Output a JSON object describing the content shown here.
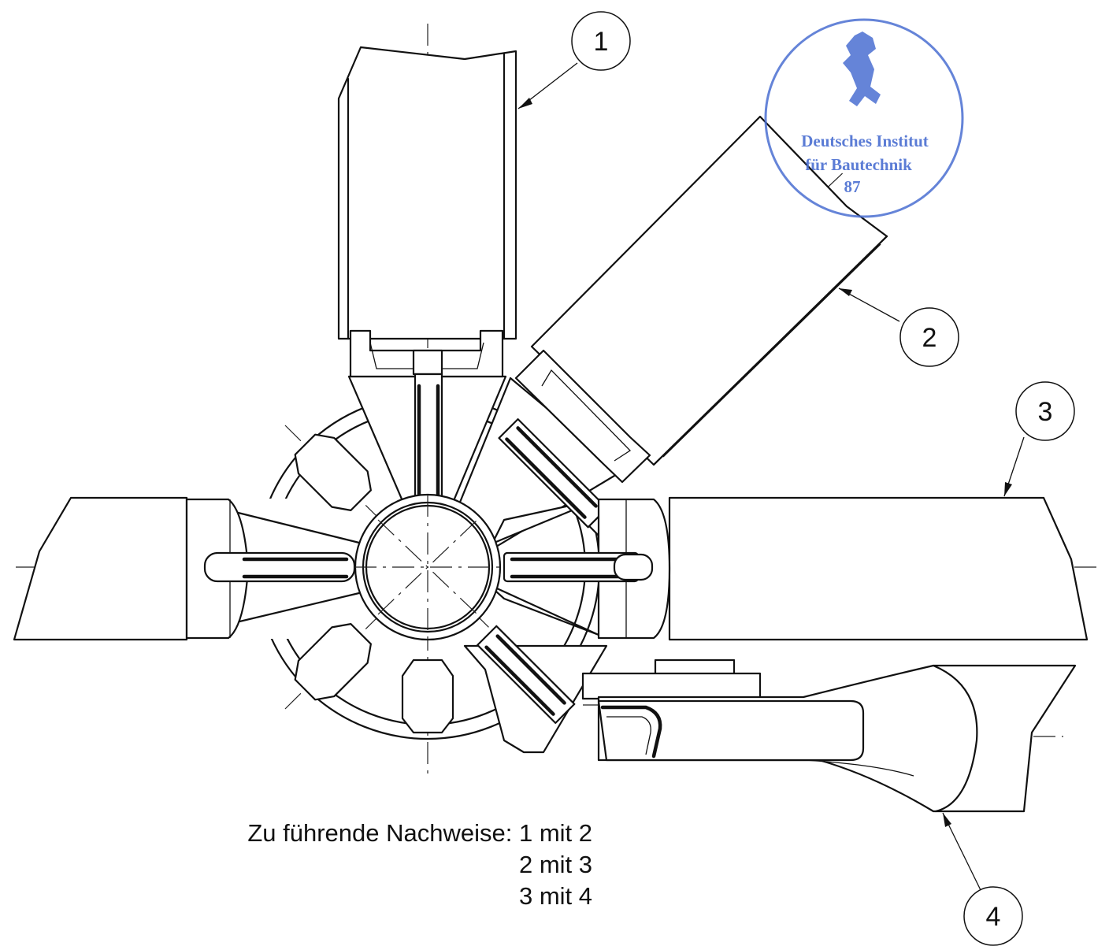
{
  "callouts": [
    {
      "id": "1",
      "label": "1"
    },
    {
      "id": "2",
      "label": "2"
    },
    {
      "id": "3",
      "label": "3"
    },
    {
      "id": "4",
      "label": "4"
    }
  ],
  "note": {
    "line1": "Zu führende Nachweise: 1 mit 2",
    "line2": "2 mit 3",
    "line3": "3 mit 4"
  },
  "stamp": {
    "line1": "Deutsches Institut",
    "line2": "für Bautechnik",
    "line3": "87",
    "color": "#4a6ed1"
  },
  "colors": {
    "ink": "#111111",
    "paper": "#ffffff"
  }
}
